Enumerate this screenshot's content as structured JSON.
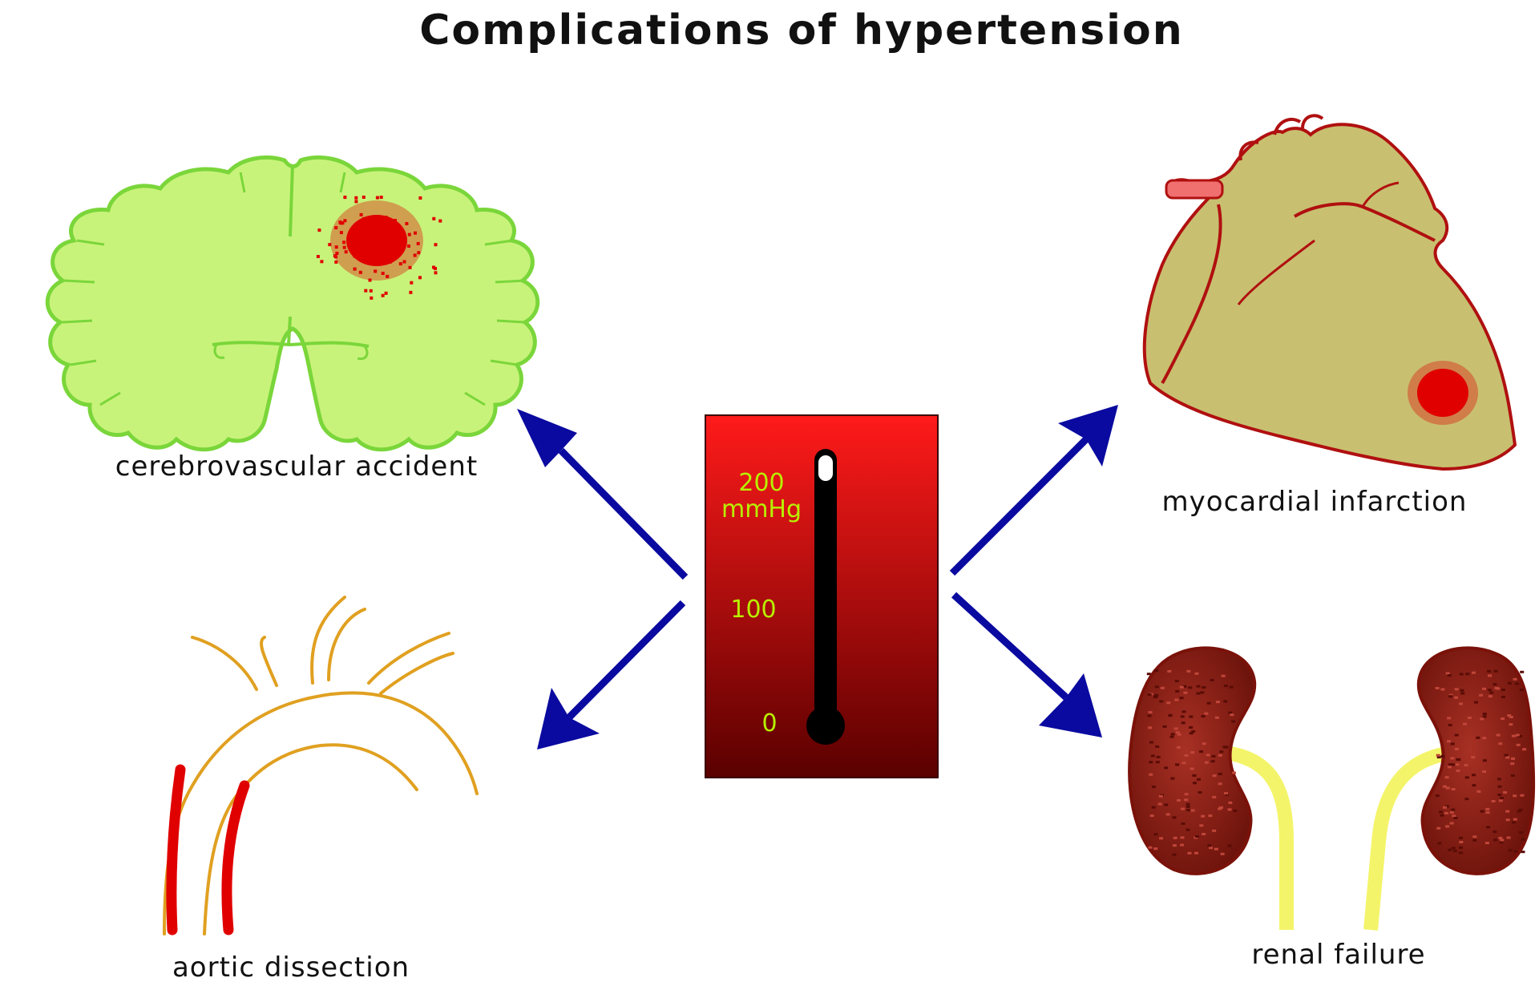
{
  "title": "Complications of hypertension",
  "gauge": {
    "labels": [
      "200",
      "mmHg",
      "100",
      "0"
    ],
    "reading": 200,
    "max": 200
  },
  "captions": {
    "brain": "cerebrovascular accident",
    "heart": "myocardial infarction",
    "aorta": "aortic dissection",
    "kidney": "renal failure"
  },
  "colors": {
    "brain": "#c8f37a",
    "brain_outline": "#7ad63a",
    "lesion": "#e00000",
    "heart": "#c8c070",
    "heart_outline": "#b01010",
    "arrow": "#0a0aa0",
    "gauge_top": "#ff1a1a",
    "gauge_bottom": "#5a0000",
    "scale_text": "#b8f000",
    "kidney": "#8a1a10",
    "ureter": "#f4f46a",
    "aorta_outline": "#e0a020",
    "dissection": "#e00000"
  },
  "icons": [
    "brain-icon",
    "heart-icon",
    "aorta-icon",
    "kidneys-icon",
    "thermometer-icon",
    "arrow-icon"
  ]
}
